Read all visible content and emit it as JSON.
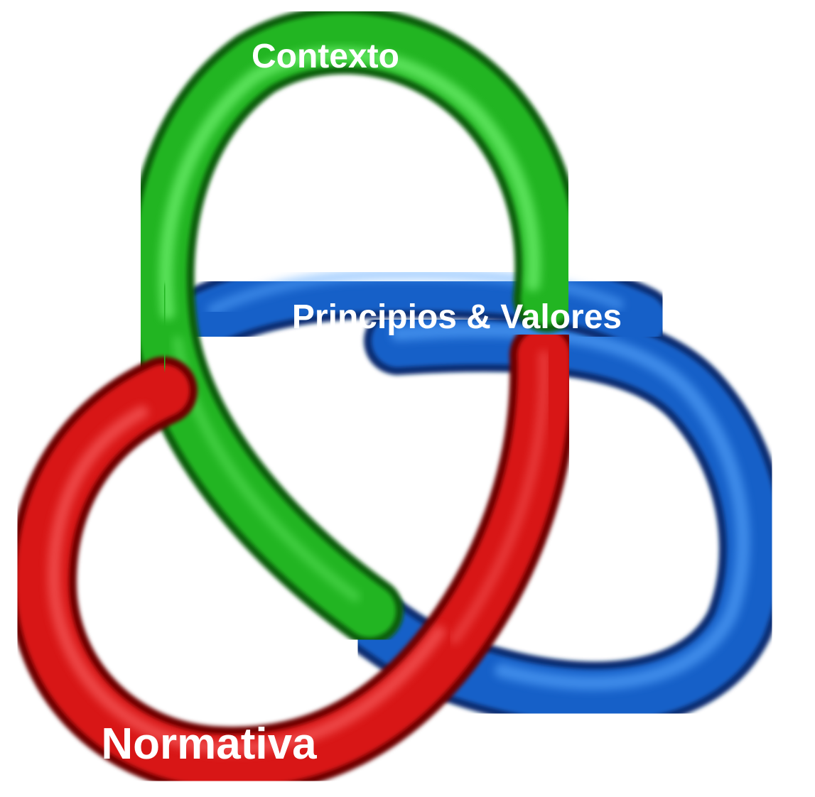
{
  "labels": {
    "contexto": "Contexto",
    "principios": "Principios & Valores",
    "normativa": "Normativa"
  },
  "colors": {
    "background": "#ffffff",
    "label_text": "#ffffff",
    "green_loop": "#22b522",
    "green_highlight": "#7fff7f",
    "green_shadow": "#0a5f0a",
    "blue_loop": "#1560c8",
    "blue_highlight": "#5aa8ff",
    "blue_shadow": "#0a2f73",
    "red_loop": "#d81818",
    "red_highlight": "#ff7070",
    "red_shadow": "#6e0000"
  }
}
